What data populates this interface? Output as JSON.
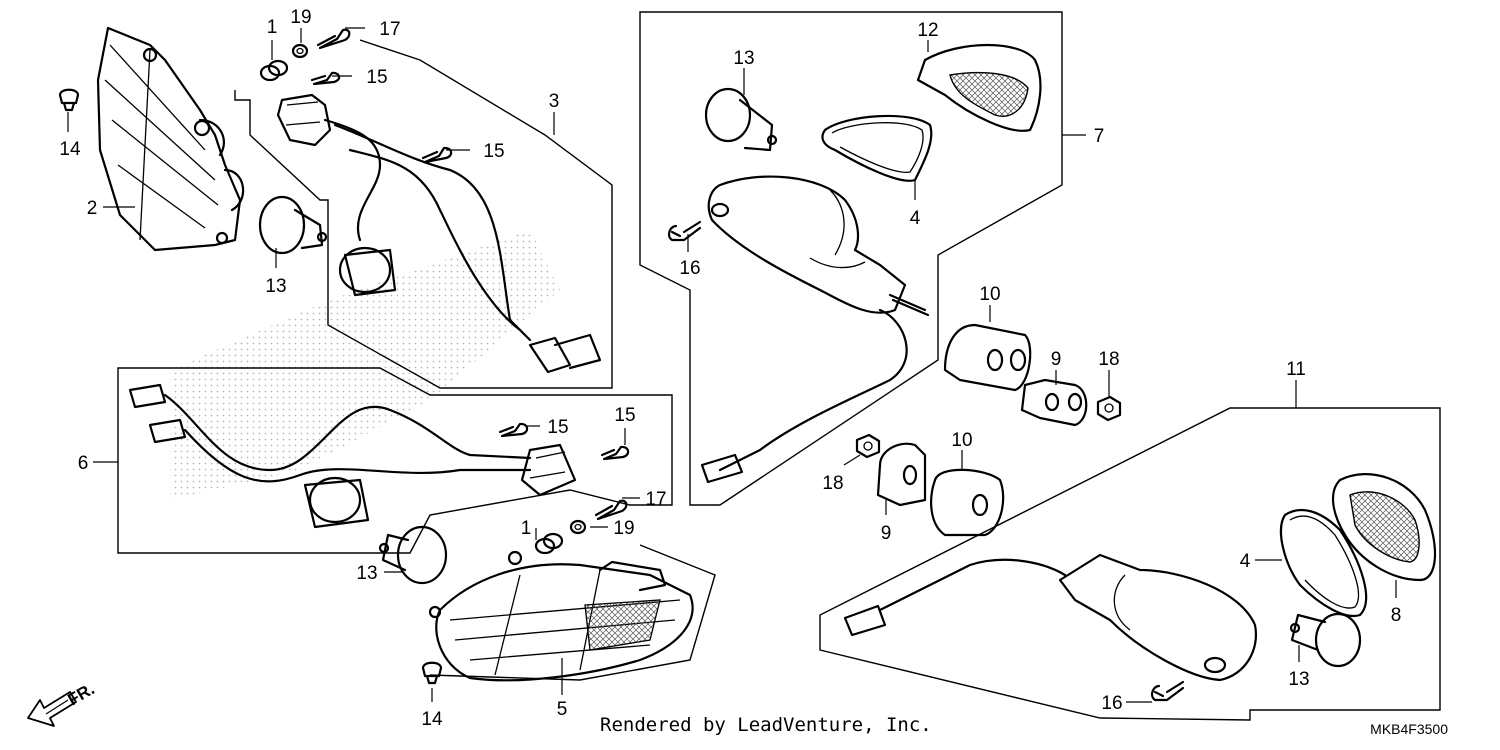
{
  "diagram": {
    "callouts": [
      {
        "id": "c1a",
        "text": "1"
      },
      {
        "id": "c19a",
        "text": "19"
      },
      {
        "id": "c17a",
        "text": "17"
      },
      {
        "id": "c15a",
        "text": "15"
      },
      {
        "id": "c15b",
        "text": "15"
      },
      {
        "id": "c3",
        "text": "3"
      },
      {
        "id": "c14a",
        "text": "14"
      },
      {
        "id": "c2",
        "text": "2"
      },
      {
        "id": "c13a",
        "text": "13"
      },
      {
        "id": "c13b",
        "text": "13"
      },
      {
        "id": "c12",
        "text": "12"
      },
      {
        "id": "c7",
        "text": "7"
      },
      {
        "id": "c4a",
        "text": "4"
      },
      {
        "id": "c16a",
        "text": "16"
      },
      {
        "id": "c10a",
        "text": "10"
      },
      {
        "id": "c9a",
        "text": "9"
      },
      {
        "id": "c18a",
        "text": "18"
      },
      {
        "id": "c11",
        "text": "11"
      },
      {
        "id": "c6",
        "text": "6"
      },
      {
        "id": "c15c",
        "text": "15"
      },
      {
        "id": "c15d",
        "text": "15"
      },
      {
        "id": "c17b",
        "text": "17"
      },
      {
        "id": "c1b",
        "text": "1"
      },
      {
        "id": "c19b",
        "text": "19"
      },
      {
        "id": "c13c",
        "text": "13"
      },
      {
        "id": "c10b",
        "text": "10"
      },
      {
        "id": "c18b",
        "text": "18"
      },
      {
        "id": "c9b",
        "text": "9"
      },
      {
        "id": "c4b",
        "text": "4"
      },
      {
        "id": "c8",
        "text": "8"
      },
      {
        "id": "c13d",
        "text": "13"
      },
      {
        "id": "c16b",
        "text": "16"
      },
      {
        "id": "c14b",
        "text": "14"
      },
      {
        "id": "c5",
        "text": "5"
      }
    ],
    "direction_label": "FR."
  },
  "footer": {
    "rendered_by": "Rendered by LeadVenture, Inc.",
    "diagram_code": "MKB4F3500"
  }
}
